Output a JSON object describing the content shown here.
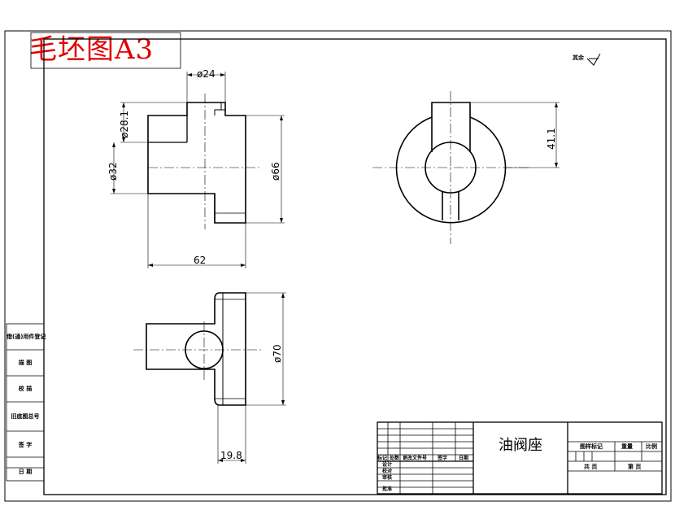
{
  "header": {
    "stamp_text": "毛坯图A3"
  },
  "roughness_note": "其余",
  "side_table": [
    "借(通)用件登记",
    "描 图",
    "校 描",
    "旧底图总号",
    "签 字",
    "日 期"
  ],
  "dimensions": {
    "d24": "ø24",
    "d28": "ø28.1",
    "d32": "ø32",
    "d66": "ø66",
    "l62": "62",
    "h41": "41.1",
    "d70": "ø70",
    "l19": "19.8"
  },
  "title_block": {
    "part_name": "油阀座",
    "rev_headers": [
      "标记",
      "处数",
      "更改文件号",
      "签字",
      "日期"
    ],
    "sign_rows": [
      "设计",
      "校对",
      "审核",
      "批准"
    ],
    "right_headers": [
      "图样标记",
      "重量",
      "比例"
    ],
    "sheet_info": [
      "共 页",
      "第 页"
    ]
  }
}
